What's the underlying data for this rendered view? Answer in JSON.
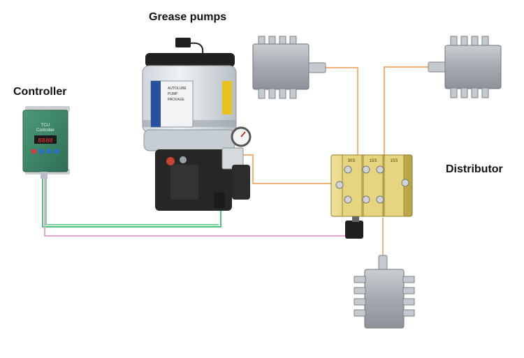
{
  "labels": {
    "grease_pumps": "Grease pumps",
    "controller": "Controller",
    "distributor": "Distributor"
  },
  "controller_panel": {
    "title_line1": "TCU",
    "title_line2": "Controller",
    "display": "8888"
  },
  "pump_label": {
    "line1": "AUTOLUBE",
    "line2": "PUMP",
    "line3": "PACKAGE"
  },
  "distributor_marks": [
    "30S",
    "15S",
    "15S"
  ],
  "colors": {
    "oil_line": "#f2b27a",
    "signal_green": "#49c27a",
    "signal_pink": "#e6a6cf",
    "controller_green": "#3f8a6a",
    "brass": "#d8c56a",
    "steel": "#a9afb4"
  }
}
